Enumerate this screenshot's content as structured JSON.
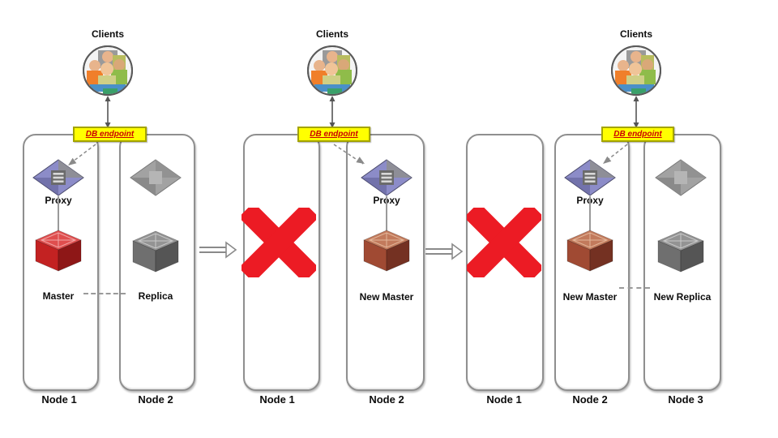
{
  "stages": [
    {
      "clients_label": "Clients",
      "endpoint_label": "DB endpoint",
      "nodes": [
        {
          "label": "Node 1",
          "proxy_label": "Proxy",
          "db_label": "Master",
          "failed": false
        },
        {
          "label": "Node 2",
          "db_label": "Replica",
          "failed": false
        }
      ]
    },
    {
      "clients_label": "Clients",
      "endpoint_label": "DB endpoint",
      "nodes": [
        {
          "label": "Node 1",
          "failed": true
        },
        {
          "label": "Node 2",
          "proxy_label": "Proxy",
          "db_label": "New Master",
          "failed": false
        }
      ]
    },
    {
      "clients_label": "Clients",
      "endpoint_label": "DB endpoint",
      "nodes": [
        {
          "label": "Node 1",
          "failed": true
        },
        {
          "label": "Node 2",
          "proxy_label": "Proxy",
          "db_label": "New Master",
          "failed": false
        },
        {
          "label": "Node 3",
          "db_label": "New Replica",
          "failed": false
        }
      ]
    }
  ],
  "colors": {
    "endpoint_bg": "#ffff00",
    "endpoint_text": "#cc0000",
    "failure_x": "#ec1b24",
    "master_cube": "#c32222",
    "new_master_cube": "#a04a33",
    "replica_cube": "#6f6f6f",
    "proxy_diamond": "#8c8cc8",
    "inactive_diamond": "#9c9c9c",
    "node_border": "#8f8f8f"
  }
}
